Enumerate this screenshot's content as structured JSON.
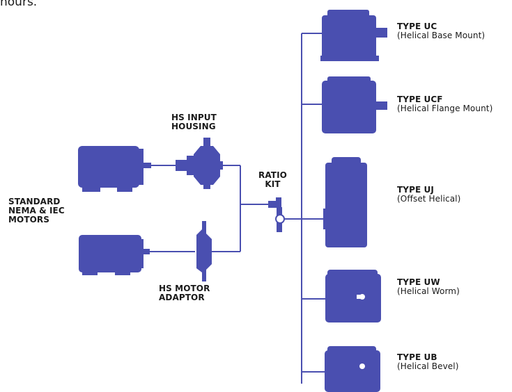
{
  "intro_text": "hours.",
  "colors": {
    "unit": "#4a4fb0",
    "line": "#4a4fb0"
  },
  "labels": {
    "motors": [
      "STANDARD",
      "NEMA & IEC",
      "MOTORS"
    ],
    "hs_input": [
      "HS INPUT",
      "HOUSING"
    ],
    "hs_adaptor": [
      "HS MOTOR",
      "ADAPTOR"
    ],
    "ratio_kit": [
      "RATIO",
      "KIT"
    ]
  },
  "types": [
    {
      "name": "TYPE UC",
      "desc": "(Helical Base Mount)"
    },
    {
      "name": "TYPE UCF",
      "desc": "(Helical Flange Mount)"
    },
    {
      "name": "TYPE UJ",
      "desc": "(Offset Helical)"
    },
    {
      "name": "TYPE UW",
      "desc": "(Helical Worm)"
    },
    {
      "name": "TYPE UB",
      "desc": "(Helical Bevel)"
    }
  ]
}
